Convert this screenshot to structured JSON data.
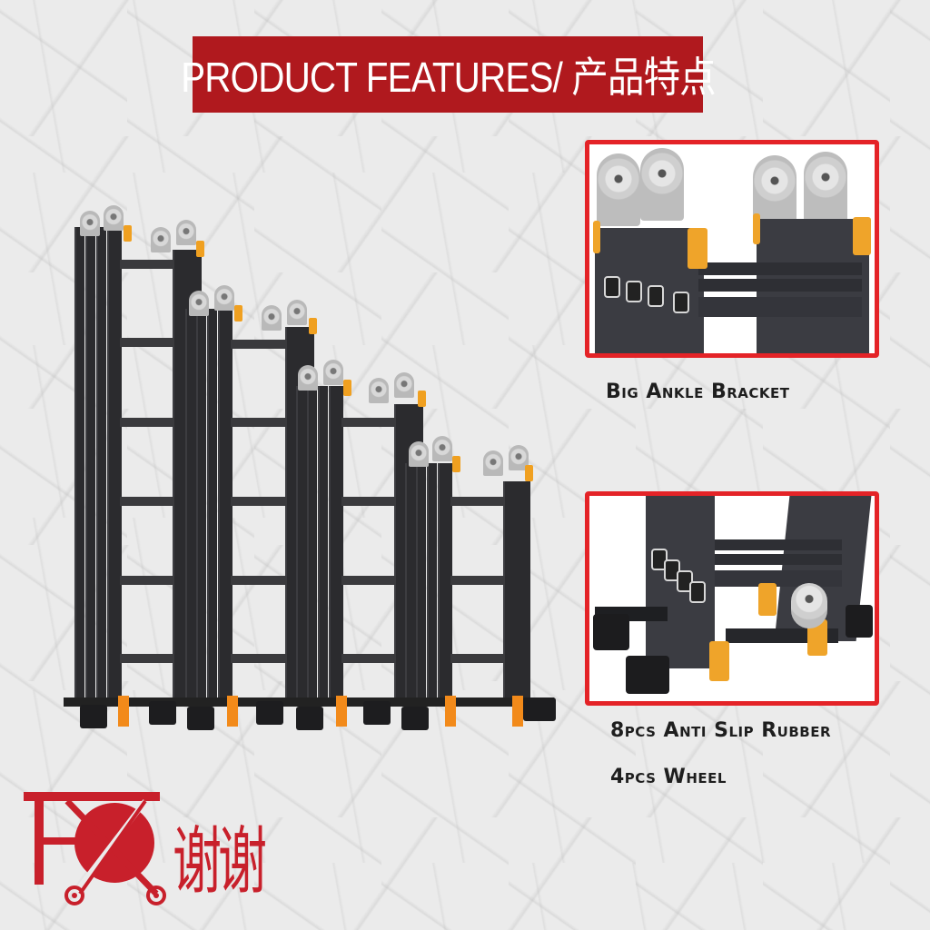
{
  "header": {
    "title": "PRODUCT FEATURES/ 产品特点",
    "background_color": "#b0191e",
    "text_color": "#ffffff"
  },
  "main_image": {
    "alt": "Four multi-purpose folding ladders in decreasing heights, black aluminium with silver hinges and orange caps",
    "ladder_count": 4
  },
  "features": [
    {
      "image_alt": "Close-up of silver hinge joints and orange caps on ladder top",
      "caption": "Big Ankle Bracket"
    },
    {
      "image_alt": "Close-up of ladder base with black anti-slip feet, orange stabilizers and wheels",
      "captions": [
        "8pcs Anti Slip Rubber",
        "4pcs Wheel"
      ]
    }
  ],
  "logo": {
    "text": "谢谢",
    "color": "#c8202b"
  },
  "colors": {
    "panel_border": "#e42327",
    "caption_text": "#1e1e1e",
    "ladder_body": "#2b2b2e",
    "accent_orange": "#f28a1a"
  }
}
